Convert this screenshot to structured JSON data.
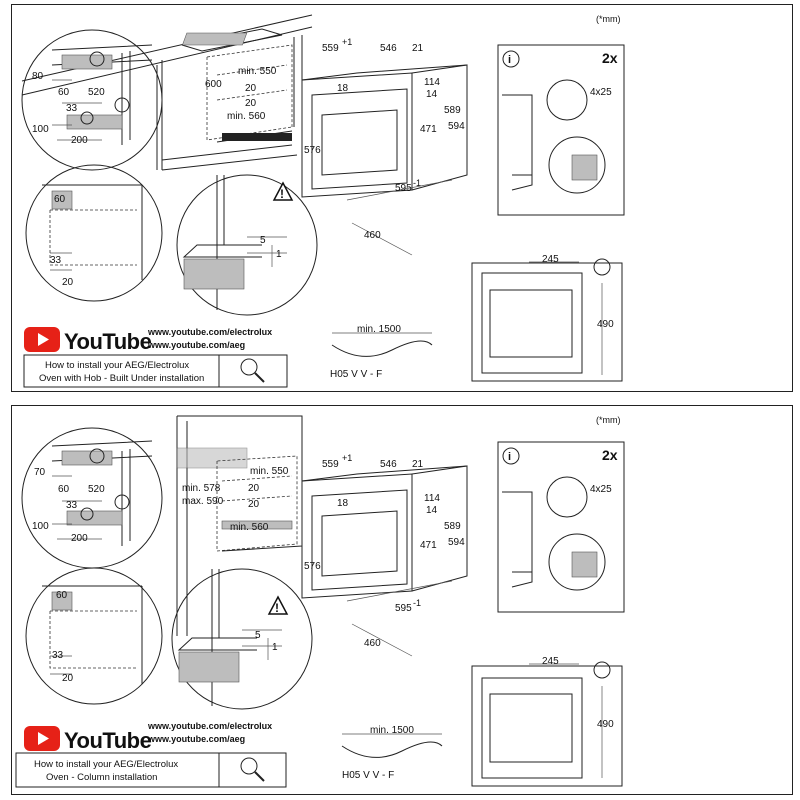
{
  "panels": [
    {
      "unit_note": "(*mm)",
      "quantity": "2x",
      "info": "i",
      "screw": "4x25",
      "youtube_word": "YouTube",
      "url_1": "www.youtube.com/electrolux",
      "url_2": "www.youtube.com/aeg",
      "caption_line_1": "How to install your AEG/Electrolux",
      "caption_line_2": "Oven with Hob - Built Under installation",
      "cable_min": "min. 1500",
      "cable_type": "H05 V V - F",
      "dims": {
        "d80": "80",
        "d60a": "60",
        "d520": "520",
        "d33a": "33",
        "d100": "100",
        "d200": "200",
        "d600": "600",
        "d20a": "20",
        "min550": "min. 550",
        "d20b": "20",
        "min560": "min. 560",
        "d559": "559",
        "d559sup": "+1",
        "d546": "546",
        "d21": "21",
        "d18": "18",
        "d114": "114",
        "d14": "14",
        "d589": "589",
        "d594": "594",
        "d471": "471",
        "d576": "576",
        "d595": "595",
        "d595sup": "-1",
        "d460": "460",
        "d60b": "60",
        "d33b": "33",
        "d20c": "20",
        "d5": "5",
        "d1": "1",
        "d245": "245",
        "d490": "490"
      }
    },
    {
      "unit_note": "(*mm)",
      "quantity": "2x",
      "info": "i",
      "screw": "4x25",
      "youtube_word": "YouTube",
      "url_1": "www.youtube.com/electrolux",
      "url_2": "www.youtube.com/aeg",
      "caption_line_1": "How to install your AEG/Electrolux",
      "caption_line_2": "Oven - Column installation",
      "cable_min": "min. 1500",
      "cable_type": "H05 V V - F",
      "dims": {
        "d80": "70",
        "d60a": "60",
        "d520": "520",
        "d33a": "33",
        "d100": "100",
        "d200": "200",
        "min578": "min. 578",
        "max590": "max. 590",
        "d20a": "20",
        "min550": "min. 550",
        "d20b": "20",
        "min560": "min. 560",
        "d559": "559",
        "d559sup": "+1",
        "d546": "546",
        "d21": "21",
        "d18": "18",
        "d114": "114",
        "d14": "14",
        "d589": "589",
        "d594": "594",
        "d471": "471",
        "d576": "576",
        "d595": "595",
        "d595sup": "-1",
        "d460": "460",
        "d60b": "60",
        "d33b": "33",
        "d20c": "20",
        "d5": "5",
        "d1": "1",
        "d245": "245",
        "d490": "490"
      }
    }
  ],
  "colors": {
    "youtube_red": "#e62117",
    "line": "#222222",
    "hatch": "#bdbdbd"
  },
  "icons": [
    "youtube-logo-icon",
    "magnifier-icon",
    "warning-icon",
    "info-icon",
    "plug-icon"
  ]
}
